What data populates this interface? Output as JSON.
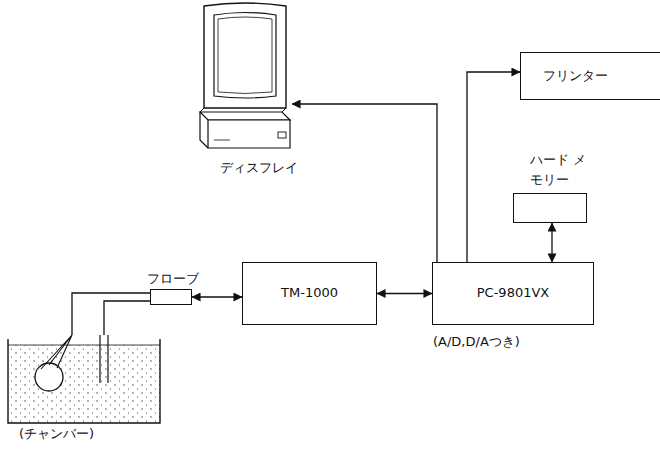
{
  "diagram": {
    "nodes": [
      {
        "text": [
          "ディスフレイ"
        ]
      },
      {
        "text": [
          "フリンター"
        ]
      },
      {
        "text": [
          "ハード メモリー"
        ]
      },
      {
        "text": [
          "フローブ"
        ]
      },
      {
        "text": [
          "TM-1000"
        ]
      },
      {
        "text": [
          "PC-9801VX",
          "(A/D,D/Aつき)"
        ]
      },
      {
        "text": [
          "(チャンバー)"
        ]
      }
    ],
    "edges": [
      {
        "from": 5,
        "to": 0,
        "arrow": "to"
      },
      {
        "from": 5,
        "to": 1,
        "arrow": "to"
      },
      {
        "from": 2,
        "to": 5,
        "arrow": "both"
      },
      {
        "from": 3,
        "to": 4,
        "arrow": "both"
      },
      {
        "from": 4,
        "to": 5,
        "arrow": "both"
      },
      {
        "from": 3,
        "to": 6,
        "arrow": "none"
      }
    ]
  }
}
